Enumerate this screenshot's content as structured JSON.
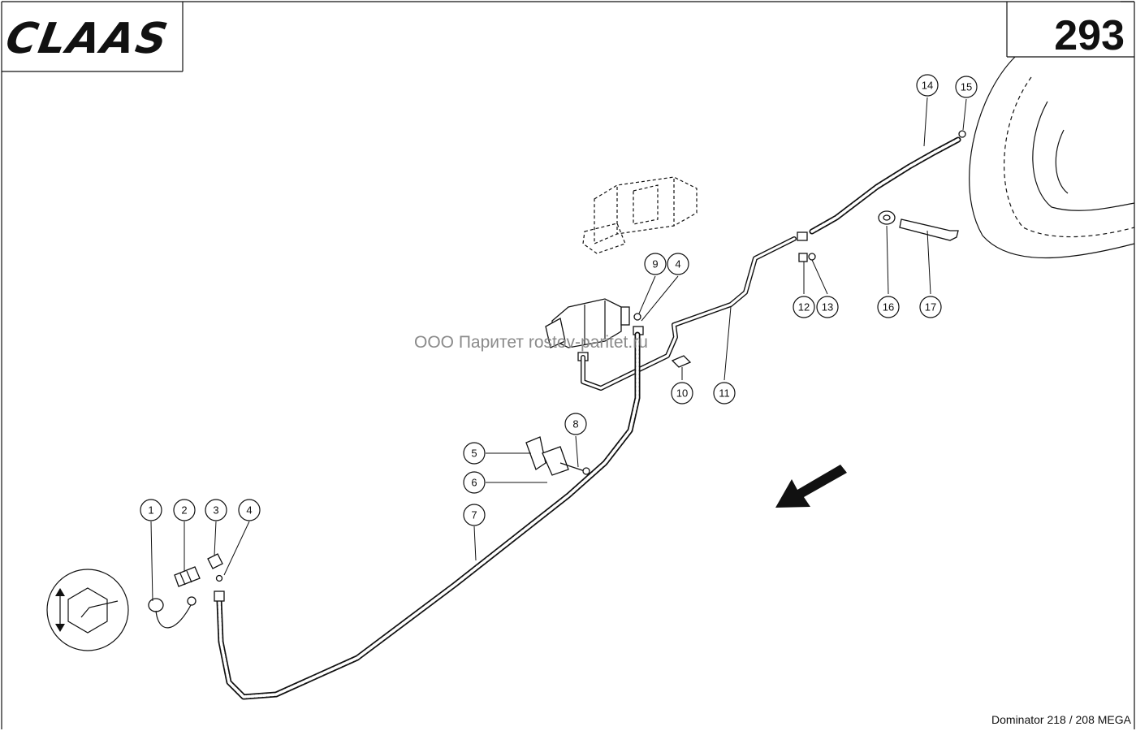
{
  "header": {
    "brand": "CLAAS",
    "page_number": "293"
  },
  "footer": {
    "model": "Dominator 218 / 208 MEGA"
  },
  "watermark": {
    "text": "ООО Паритет   rostov-paritet.ru"
  },
  "callouts": [
    "1",
    "2",
    "3",
    "4",
    "5",
    "6",
    "7",
    "8",
    "9",
    "4",
    "10",
    "11",
    "12",
    "13",
    "14",
    "15",
    "16",
    "17"
  ],
  "colors": {
    "ink": "#111111",
    "watermark": "#8a8a8a",
    "background": "#ffffff"
  }
}
